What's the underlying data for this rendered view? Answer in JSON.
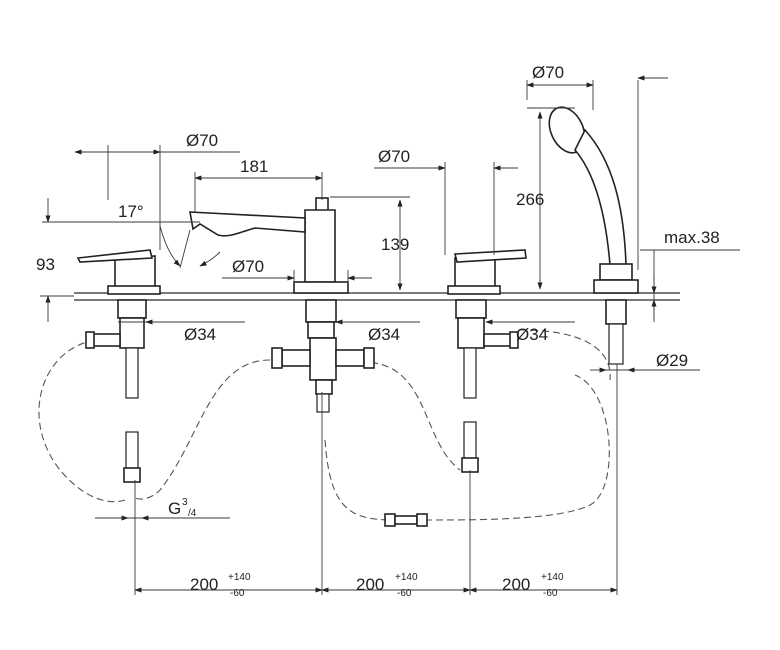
{
  "dimensions": {
    "handshower_diameter": "Ø70",
    "mixer_diameter_left": "Ø70",
    "spout_reach": "181",
    "spout_angle": "17°",
    "lever_height": "93",
    "spout_base_diameter": "Ø70",
    "spout_height": "139",
    "mixer_diameter_right": "Ø70",
    "handshower_height": "266",
    "max_deck_thickness": "max.38",
    "shank_left": "Ø34",
    "shank_center": "Ø34",
    "shank_right": "Ø34",
    "hole_diameter": "Ø29",
    "thread_main": "G",
    "thread_sup": "3",
    "thread_sub": "/4",
    "spacing": [
      {
        "value": "200",
        "tol_plus": "+140",
        "tol_minus": "-60"
      },
      {
        "value": "200",
        "tol_plus": "+140",
        "tol_minus": "-60"
      },
      {
        "value": "200",
        "tol_plus": "+140",
        "tol_minus": "-60"
      }
    ]
  }
}
